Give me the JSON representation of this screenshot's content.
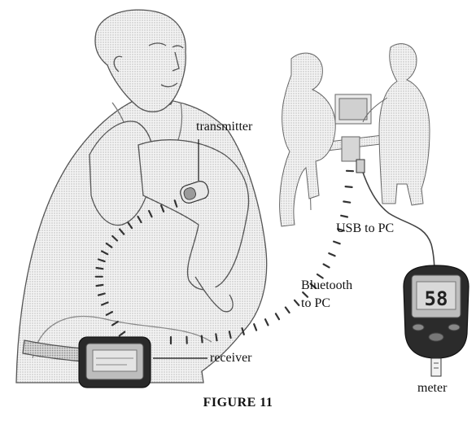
{
  "labels": {
    "transmitter": "transmitter",
    "usb": "USB to PC",
    "bluetooth_line1": "Bluetooth",
    "bluetooth_line2": "to PC",
    "receiver": "receiver",
    "meter": "meter"
  },
  "caption": "FIGURE 11",
  "meter_display": "58",
  "icons": [
    "patient-figure",
    "transmitter-sensor",
    "receiver-device",
    "clinicians-at-pc",
    "glucose-meter",
    "usb-cable"
  ]
}
